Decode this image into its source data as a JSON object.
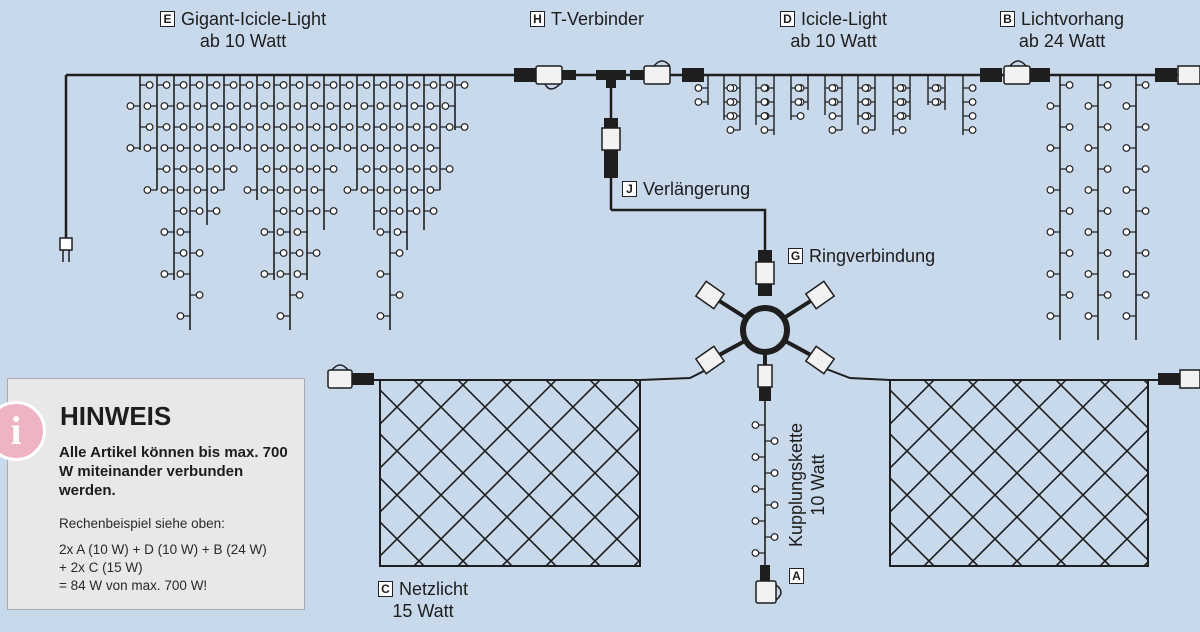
{
  "components": {
    "E": {
      "key": "E",
      "name": "Gigant-Icicle-Light",
      "watt": "ab 10 Watt"
    },
    "H": {
      "key": "H",
      "name": "T-Verbinder"
    },
    "D": {
      "key": "D",
      "name": "Icicle-Light",
      "watt": "ab 10 Watt"
    },
    "B": {
      "key": "B",
      "name": "Lichtvorhang",
      "watt": "ab 24 Watt"
    },
    "J": {
      "key": "J",
      "name": "Verlängerung"
    },
    "G": {
      "key": "G",
      "name": "Ringverbindung"
    },
    "C": {
      "key": "C",
      "name": "Netzlicht",
      "watt": "15 Watt"
    },
    "A": {
      "key": "A",
      "name": "Kupplungskette",
      "watt": "10 Watt"
    }
  },
  "hint": {
    "icon": "i",
    "title": "HINWEIS",
    "bold_text": "Alle Artikel können bis max. 700 W miteinander verbunden werden.",
    "example_intro": "Rechenbeispiel siehe oben:",
    "example_line1": "2x A (10 W) + D (10 W) + B (24 W)",
    "example_line2": "+ 2x C (15 W)",
    "example_line3": "= 84 W von max. 700 W!"
  },
  "colors": {
    "background": "#c9d9ec",
    "line": "#1e1e1e",
    "hint_box": "#e8e8ea",
    "info_icon": "#eeb4c3"
  }
}
